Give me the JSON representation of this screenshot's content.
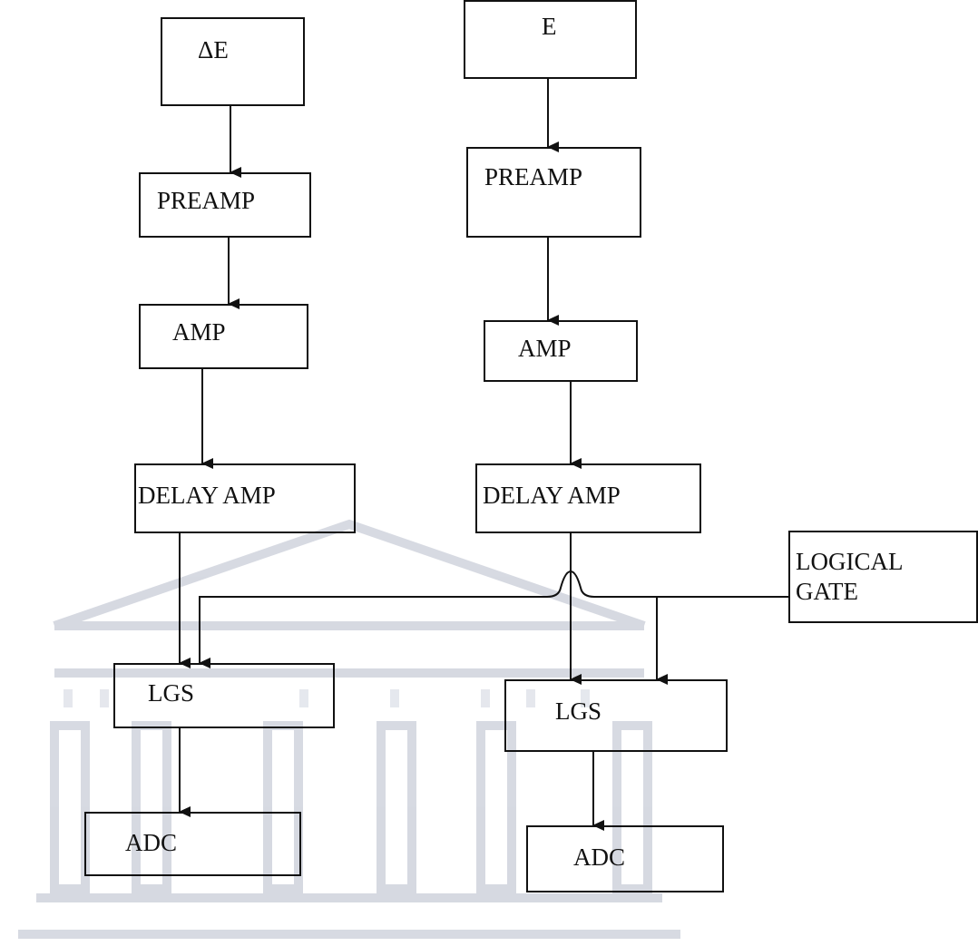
{
  "diagram": {
    "left_chain": {
      "delta_e": "ΔE",
      "preamp": "PREAMP",
      "amp": "AMP",
      "delay_amp": "DELAY AMP",
      "lgs": "LGS",
      "adc": "ADC"
    },
    "right_chain": {
      "e": "E",
      "preamp": "PREAMP",
      "amp": "AMP",
      "delay_amp": "DELAY AMP",
      "lgs": "LGS",
      "adc": "ADC"
    },
    "logical_gate": {
      "line1": "LOGICAL",
      "line2": "GATE"
    }
  },
  "colors": {
    "line": "#111111",
    "watermark": "#c8ccd6"
  }
}
